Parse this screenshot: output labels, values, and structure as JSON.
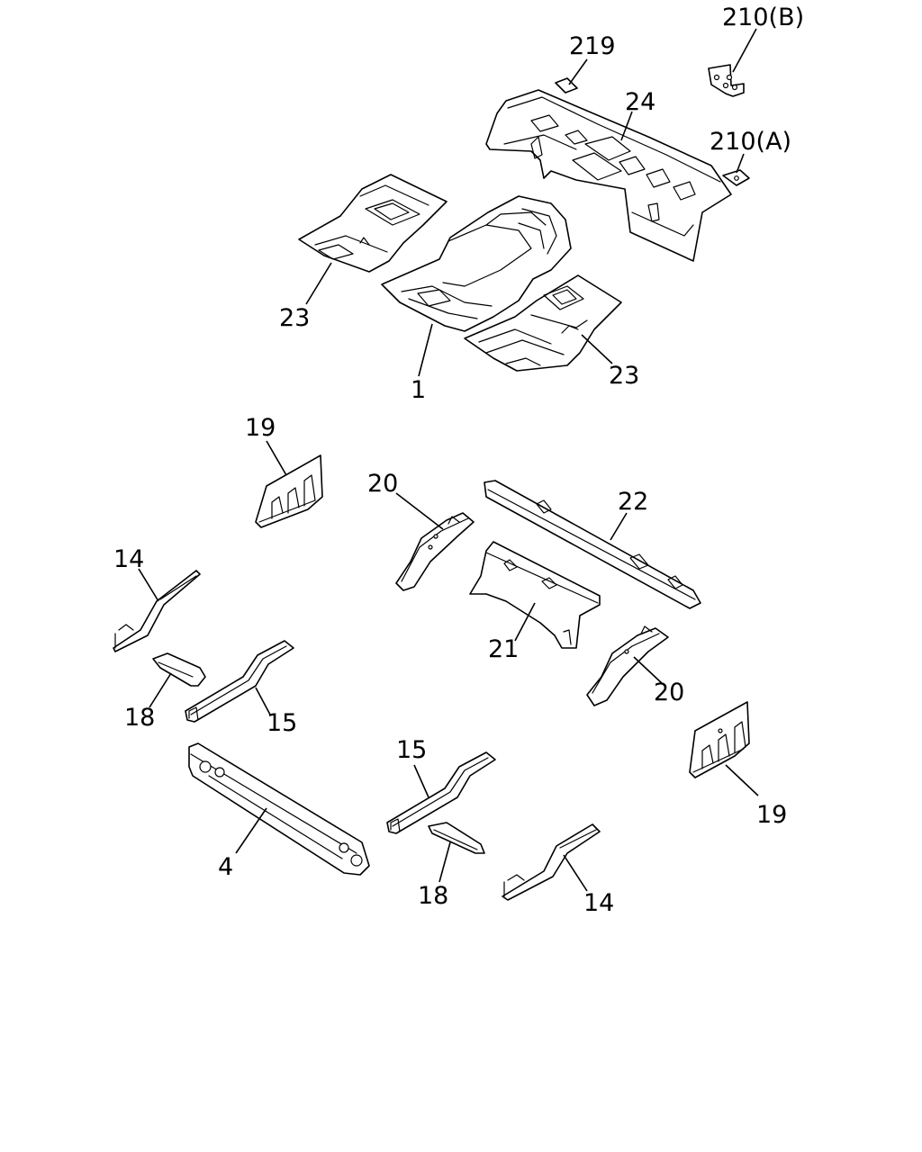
{
  "diagram": {
    "labels": {
      "floor_panel": "1",
      "crossmember_front": "4",
      "side_sill_left": "14",
      "side_sill_right": "14",
      "rail_left": "15",
      "rail_right": "15",
      "bracket_left": "18",
      "bracket_right": "18",
      "gusset_left": "19",
      "gusset_right": "19",
      "outrigger_left": "20",
      "outrigger_right": "20",
      "crossmember_mid": "21",
      "crossmember_rear": "22",
      "floor_side_left": "23",
      "floor_side_right": "23",
      "rear_floor": "24",
      "bracket_a": "210(A)",
      "bracket_b": "210(B)",
      "plate": "219"
    }
  }
}
